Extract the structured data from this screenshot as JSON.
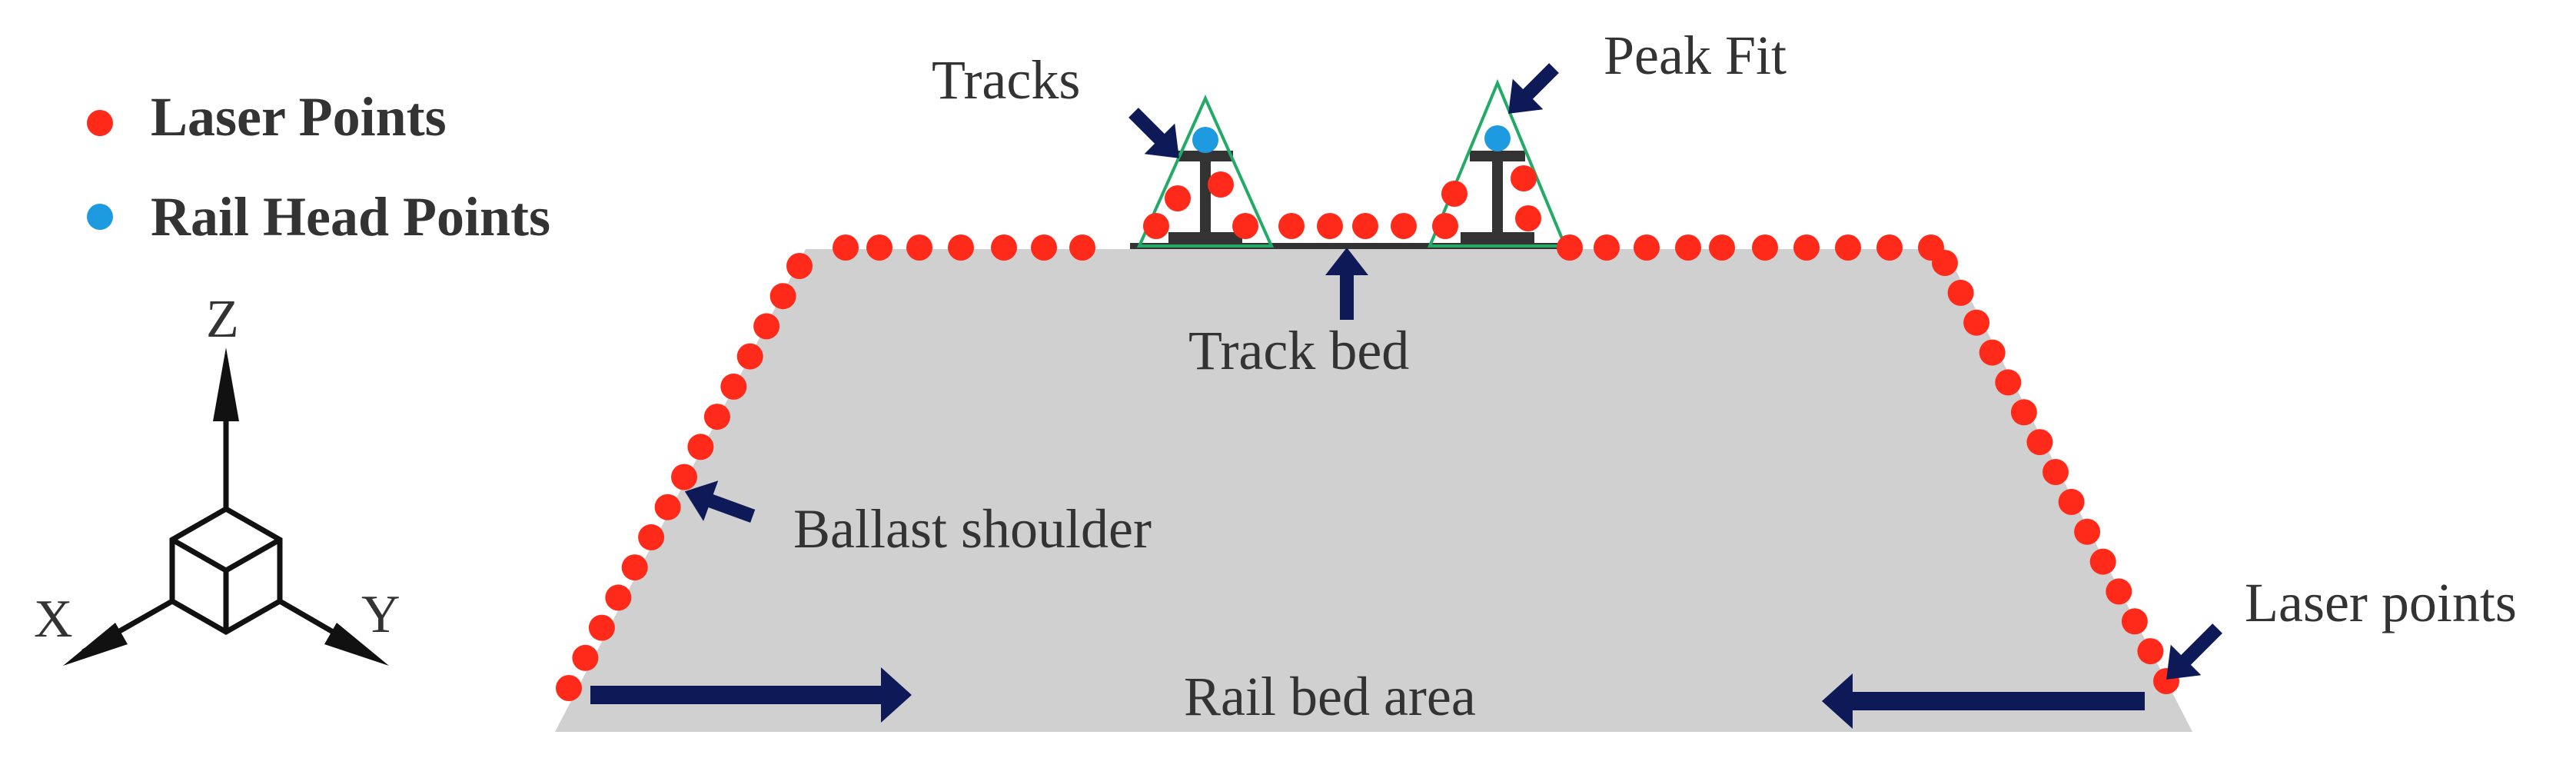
{
  "legend": {
    "items": [
      {
        "label": "Laser Points",
        "color": "#ff2a1a"
      },
      {
        "label": "Rail Head Points",
        "color": "#1e9be0"
      }
    ]
  },
  "axes": {
    "z": "Z",
    "x": "X",
    "y": "Y"
  },
  "labels": {
    "tracks": "Tracks",
    "peak_fit": "Peak Fit",
    "track_bed": "Track bed",
    "ballast_shoulder": "Ballast shoulder",
    "laser_points": "Laser points",
    "rail_bed_area": "Rail bed area"
  },
  "colors": {
    "ballast": "#d0d0d0",
    "arrow": "#0d1a57",
    "laser_point": "#ff2a1a",
    "rail_head_point": "#1e9be0",
    "peak_fit_line": "#22aa66",
    "rail": "#333333"
  }
}
